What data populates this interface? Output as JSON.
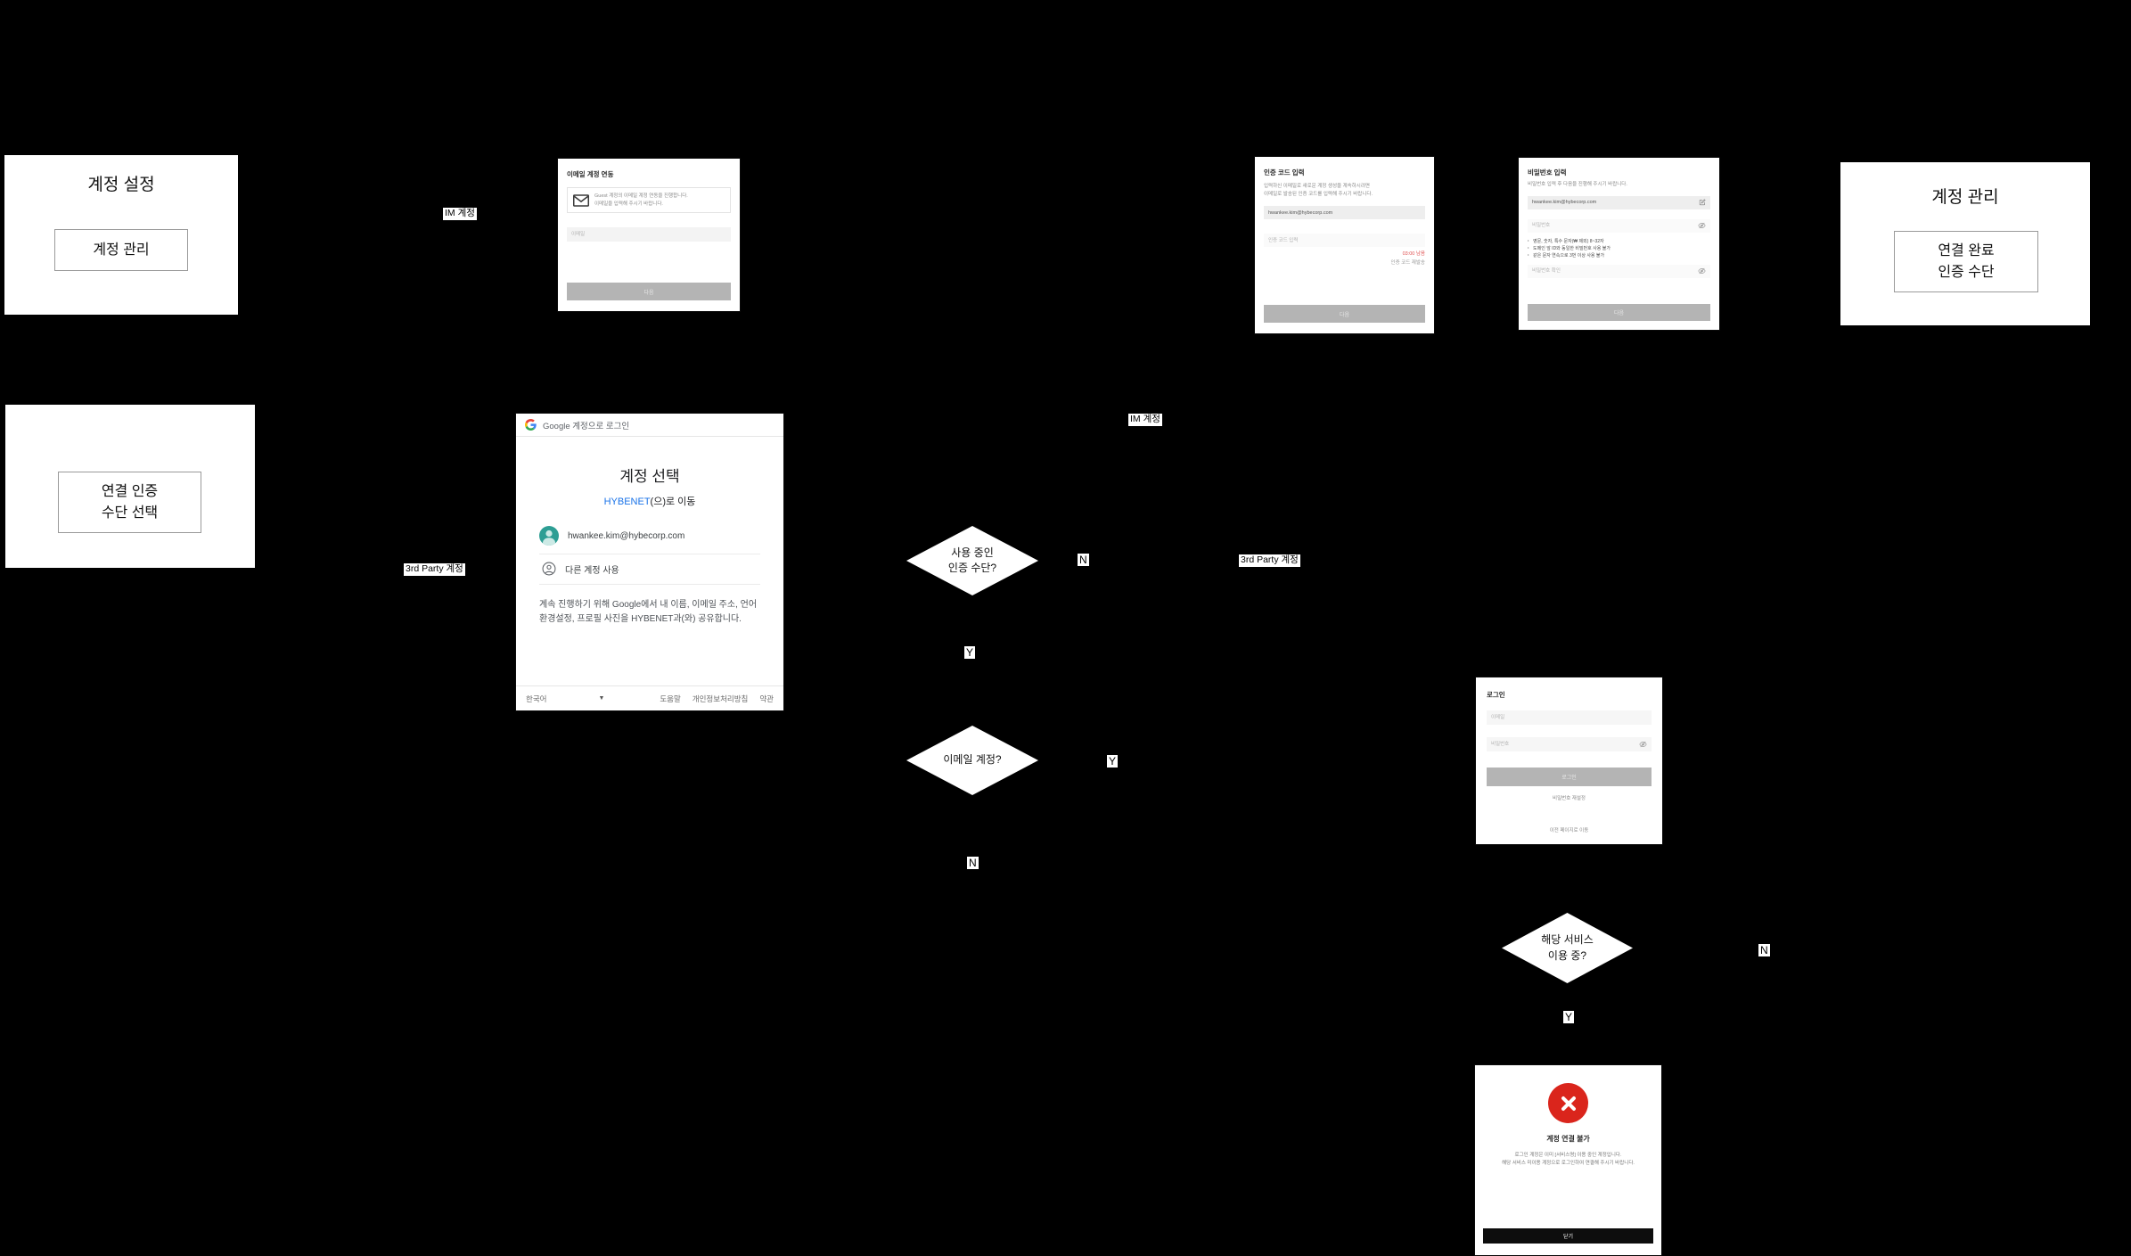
{
  "colors": {
    "google_blue": "#1a73e8",
    "error_red": "#da251c",
    "timer_red": "#e05252",
    "avatar_teal": "#2d9e94"
  },
  "flow_boxes": {
    "account_settings": {
      "title": "계정 설정",
      "inner": "계정 관리"
    },
    "link_auth_select": {
      "inner": "연결 인증\n수단 선택"
    },
    "account_mgmt": {
      "title": "계정 관리",
      "inner": "연결 완료\n인증 수단"
    }
  },
  "decisions": {
    "auth_in_use": "사용 중인\n인증 수단?",
    "is_email": "이메일 계정?",
    "service_in_use": "해당 서비스\n이용 중?"
  },
  "edge_labels": {
    "im_account_1": "IM 계정",
    "im_account_2": "IM 계정",
    "third_party_1": "3rd Party 계정",
    "third_party_2": "3rd Party 계정",
    "n1": "N",
    "y1": "Y",
    "y2": "Y",
    "n2": "N",
    "n3": "N",
    "y3": "Y"
  },
  "email_link_dialog": {
    "title": "이메일 계정 연동",
    "info": "Guest 계정의 이메일 계정 연동을 진행합니다.\n이메일을 입력해 주시기 바랍니다.",
    "email_placeholder": "이메일",
    "next_button": "다음"
  },
  "google_screen": {
    "header": "Google 계정으로 로그인",
    "title": "계정 선택",
    "subtitle_brand": "HYBENET",
    "subtitle_rest": "(으)로 이동",
    "account_email": "hwankee.kim@hybecorp.com",
    "use_other_account": "다른 계정 사용",
    "disclaimer": "계속 진행하기 위해 Google에서 내 이름, 이메일 주소, 언어 환경설정, 프로필 사진을 HYBENET과(와) 공유합니다.",
    "language": "한국어",
    "footer_links": [
      "도움말",
      "개인정보처리방침",
      "약관"
    ]
  },
  "auth_code_dialog": {
    "title": "인증 코드 입력",
    "body": "입력하신 이메일로 새로운 계정 생성을 계속하시려면\n이메일로 발송된 인증 코드를 입력해 주시기 바랍니다.",
    "email_value": "hwankee.kim@hybecorp.com",
    "code_placeholder": "인증 코드 입력",
    "timer": "03:00 남음",
    "resend": "인증 코드 재발송",
    "next_button": "다음"
  },
  "password_dialog": {
    "title": "비밀번호 입력",
    "body": "비밀번호 입력 후 다음을 진행해 주시기 바랍니다.",
    "email_value": "hwankee.kim@hybecorp.com",
    "password_placeholder": "비밀번호",
    "rules": [
      "영문, 숫자, 특수 문자(₩ 제외) 8~32자",
      "도메인 앞 ID와 동일한 비밀번호 사용 불가",
      "같은 문자 연속으로 3번 이상 사용 불가"
    ],
    "confirm_placeholder": "비밀번호 확인",
    "next_button": "다음"
  },
  "login_screen": {
    "title": "로그인",
    "email_placeholder": "이메일",
    "password_placeholder": "비밀번호",
    "login_button": "로그인",
    "reset_link": "비밀번호 재설정",
    "back_link": "이전 페이지로 이동"
  },
  "error_screen": {
    "title": "계정 연결 불가",
    "body": "로그인 계정은 이미 [서비스명] 이용 중인 계정입니다.\n해당 서비스 미이용 계정으로 로그인하여 연결해 주시기 바랍니다.",
    "close_button": "닫기"
  }
}
